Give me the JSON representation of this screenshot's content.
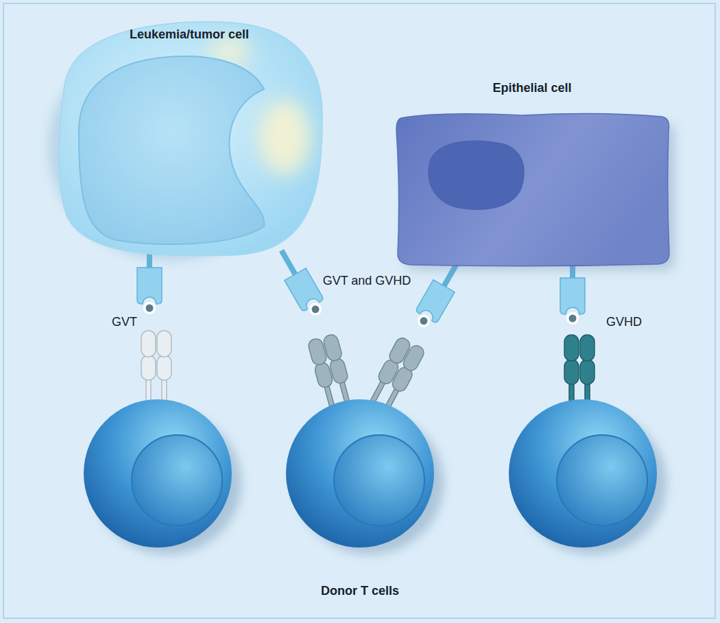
{
  "diagram": {
    "nodes": [
      {
        "text": [
          "Leukemia/tumor cell"
        ]
      },
      {
        "text": [
          "Epithelial cell"
        ]
      }
    ],
    "labels": [
      "GVT",
      "GVT and GVHD",
      "GVHD",
      "Donor T cells"
    ]
  }
}
